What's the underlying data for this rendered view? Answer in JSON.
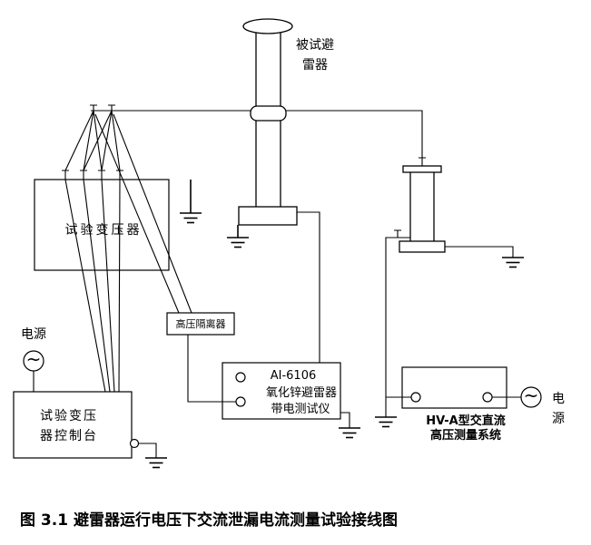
{
  "figure": {
    "caption": "图 3.1 避雷器运行电压下交流泄漏电流测量试验接线图"
  },
  "components": {
    "arrester": {
      "name_line1": "被试避",
      "name_line2": "雷器"
    },
    "transformer": {
      "name": "试验变压器"
    },
    "console": {
      "name_line1": "试验变压",
      "name_line2": "器控制台"
    },
    "isolator": {
      "name": "高压隔离器"
    },
    "tester": {
      "model": "AI-6106",
      "name_line1": "氧化锌避雷器",
      "name_line2": "带电测试仪"
    },
    "hv_system": {
      "name_line1": "HV-A型交直流",
      "name_line2": "高压测量系统"
    },
    "source_left": {
      "name": "电源",
      "wave": "~"
    },
    "source_right": {
      "name_char1": "电",
      "name_char2": "源",
      "wave": "~"
    }
  },
  "colors": {
    "stroke": "#000000",
    "background": "#ffffff"
  }
}
